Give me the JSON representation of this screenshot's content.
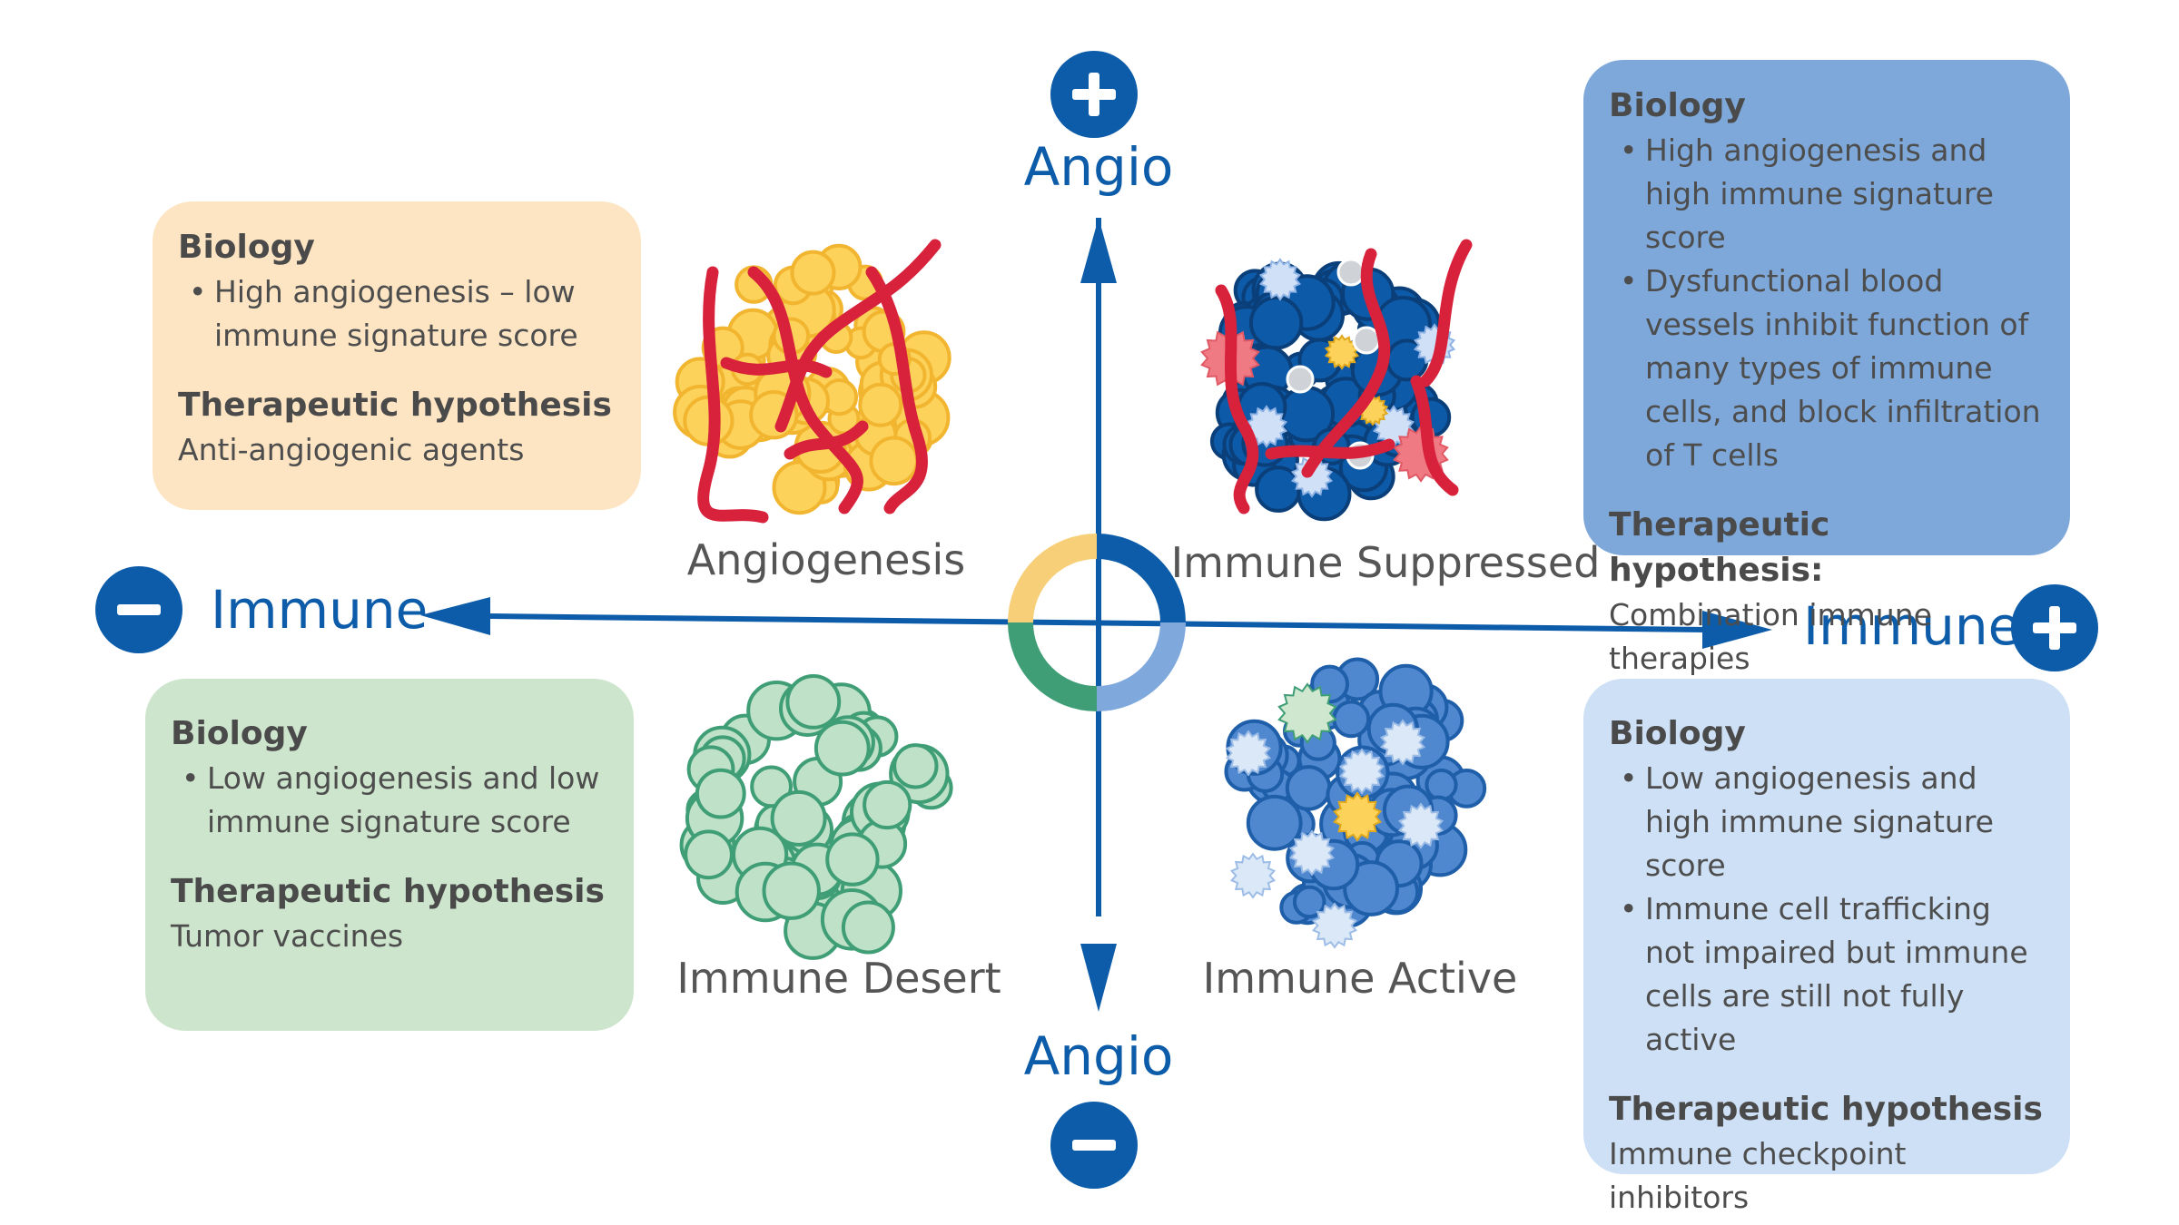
{
  "axes": {
    "top_label": "Angio",
    "bottom_label": "Angio",
    "left_label": "Immune",
    "right_label": "Immune"
  },
  "quadrants": {
    "top_left": "Angiogenesis",
    "top_right": "Immune Suppressed",
    "bottom_left": "Immune Desert",
    "bottom_right": "Immune Active"
  },
  "colors": {
    "axis_blue": "#0c5ca9",
    "ring_yellow": "#f7cf79",
    "ring_green": "#3f9e76",
    "ring_light_blue": "#7fa9dd",
    "vessel_red": "#d8213a",
    "cell_yellow": "#fcd25b",
    "cell_green": "#bfe1c8",
    "cell_dark_blue": "#0d5aa8",
    "cell_mid_blue": "#4f88cf"
  },
  "boxes": {
    "top_left": {
      "biology_heading": "Biology",
      "bullets": [
        "High angiogenesis – low immune signature score"
      ],
      "hypothesis_heading": "Therapeutic hypothesis",
      "therapy": "Anti-angiogenic agents"
    },
    "bottom_left": {
      "biology_heading": "Biology",
      "bullets": [
        "Low angiogenesis and low immune signature score"
      ],
      "hypothesis_heading": "Therapeutic hypothesis",
      "therapy": "Tumor vaccines"
    },
    "top_right": {
      "biology_heading": "Biology",
      "bullets": [
        "High angiogenesis and high immune signature score",
        "Dysfunctional blood vessels inhibit function of many types of  immune cells, and block infiltration of T cells"
      ],
      "hypothesis_heading": "Therapeutic hypothesis:",
      "therapy": "Combination immune therapies"
    },
    "bottom_right": {
      "biology_heading": "Biology",
      "bullets": [
        "Low angiogenesis and high immune signature score",
        "Immune cell trafficking not impaired but immune cells are still not fully active"
      ],
      "hypothesis_heading": "Therapeutic hypothesis",
      "therapy": "Immune checkpoint inhibitors"
    }
  }
}
